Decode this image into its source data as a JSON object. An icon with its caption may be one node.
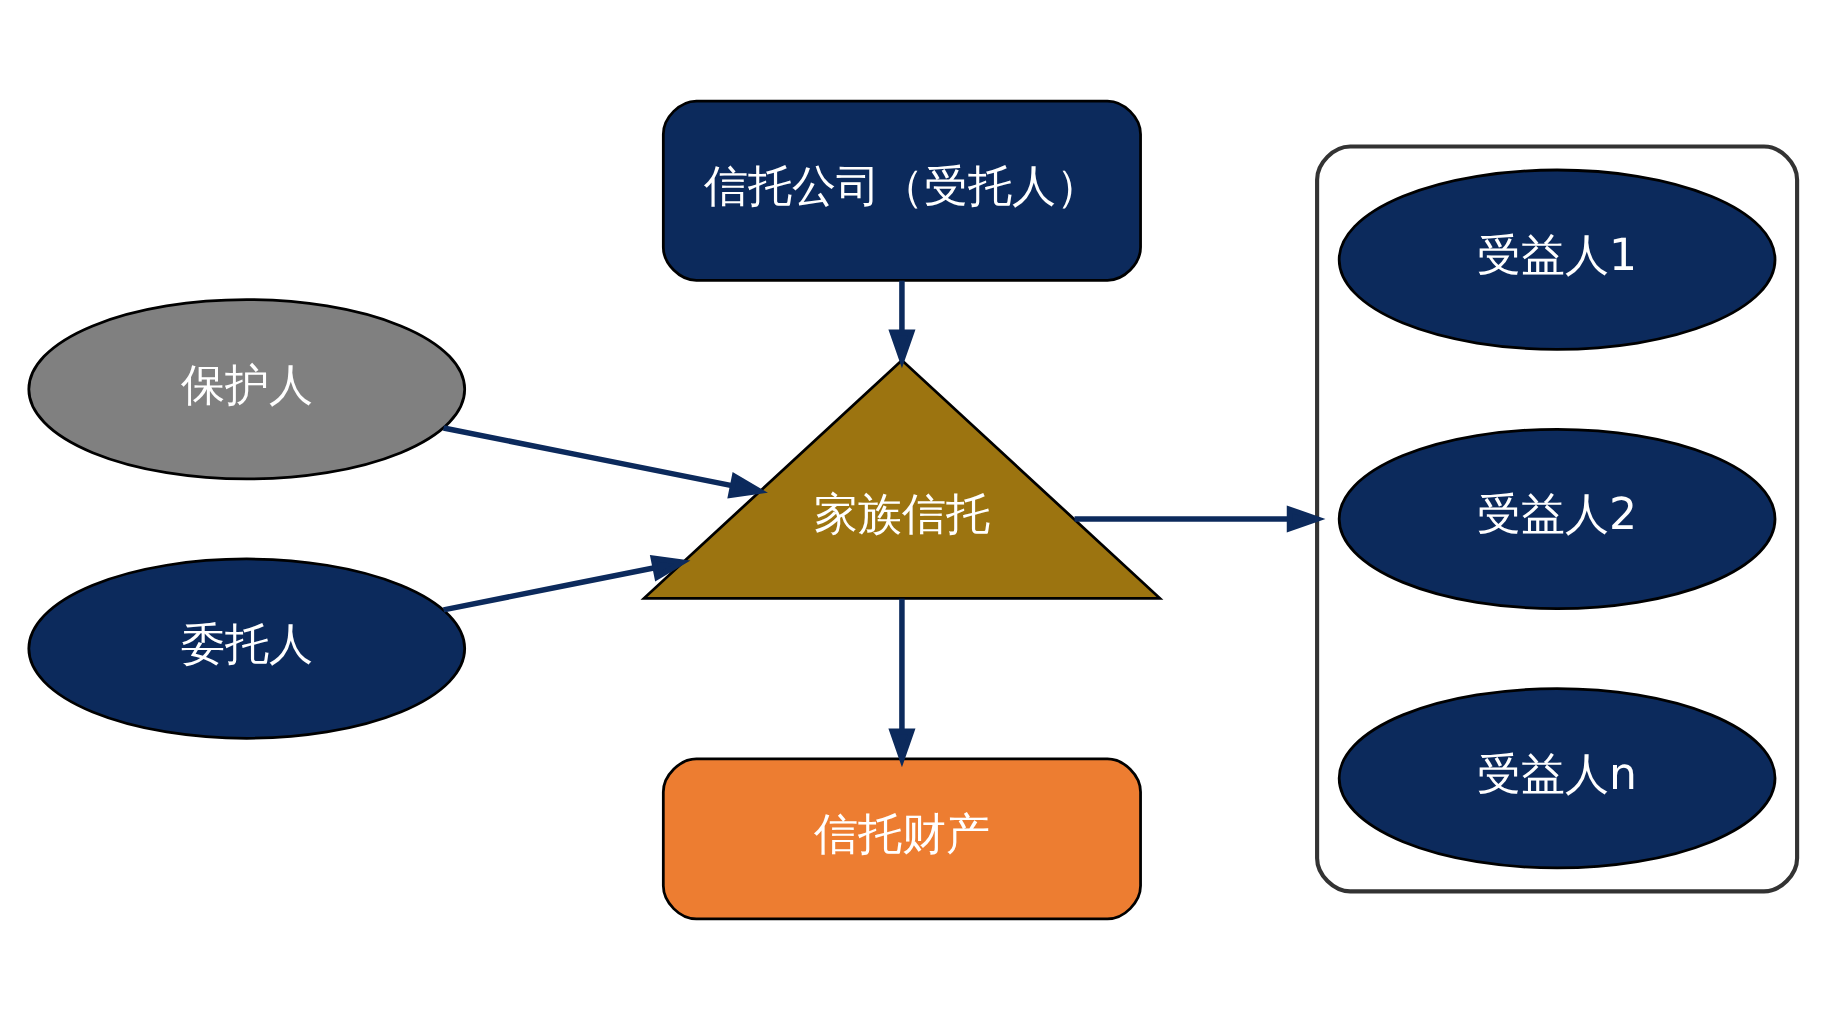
{
  "diagram": {
    "nodes": [
      {
        "text": [
          "信托公司（受托人）"
        ]
      },
      {
        "text": [
          "保护人"
        ]
      },
      {
        "text": [
          "委托人"
        ]
      },
      {
        "text": [
          "家族信托"
        ]
      },
      {
        "text": [],
        "shape": "box"
      },
      {
        "text": [
          "受益人1"
        ],
        "in": 4
      },
      {
        "text": [
          "受益人2"
        ],
        "in": 4
      },
      {
        "text": [
          "受益人n"
        ],
        "in": 4
      },
      {
        "text": [
          "信托财产"
        ]
      }
    ],
    "edges": [
      {
        "from": 0,
        "to": 3,
        "arrow": "to"
      },
      {
        "from": 1,
        "to": 3,
        "arrow": "to"
      },
      {
        "from": 2,
        "to": 3,
        "arrow": "to"
      },
      {
        "from": 3,
        "to": 4,
        "arrow": "to"
      },
      {
        "from": 3,
        "to": 8,
        "arrow": "to"
      }
    ]
  }
}
